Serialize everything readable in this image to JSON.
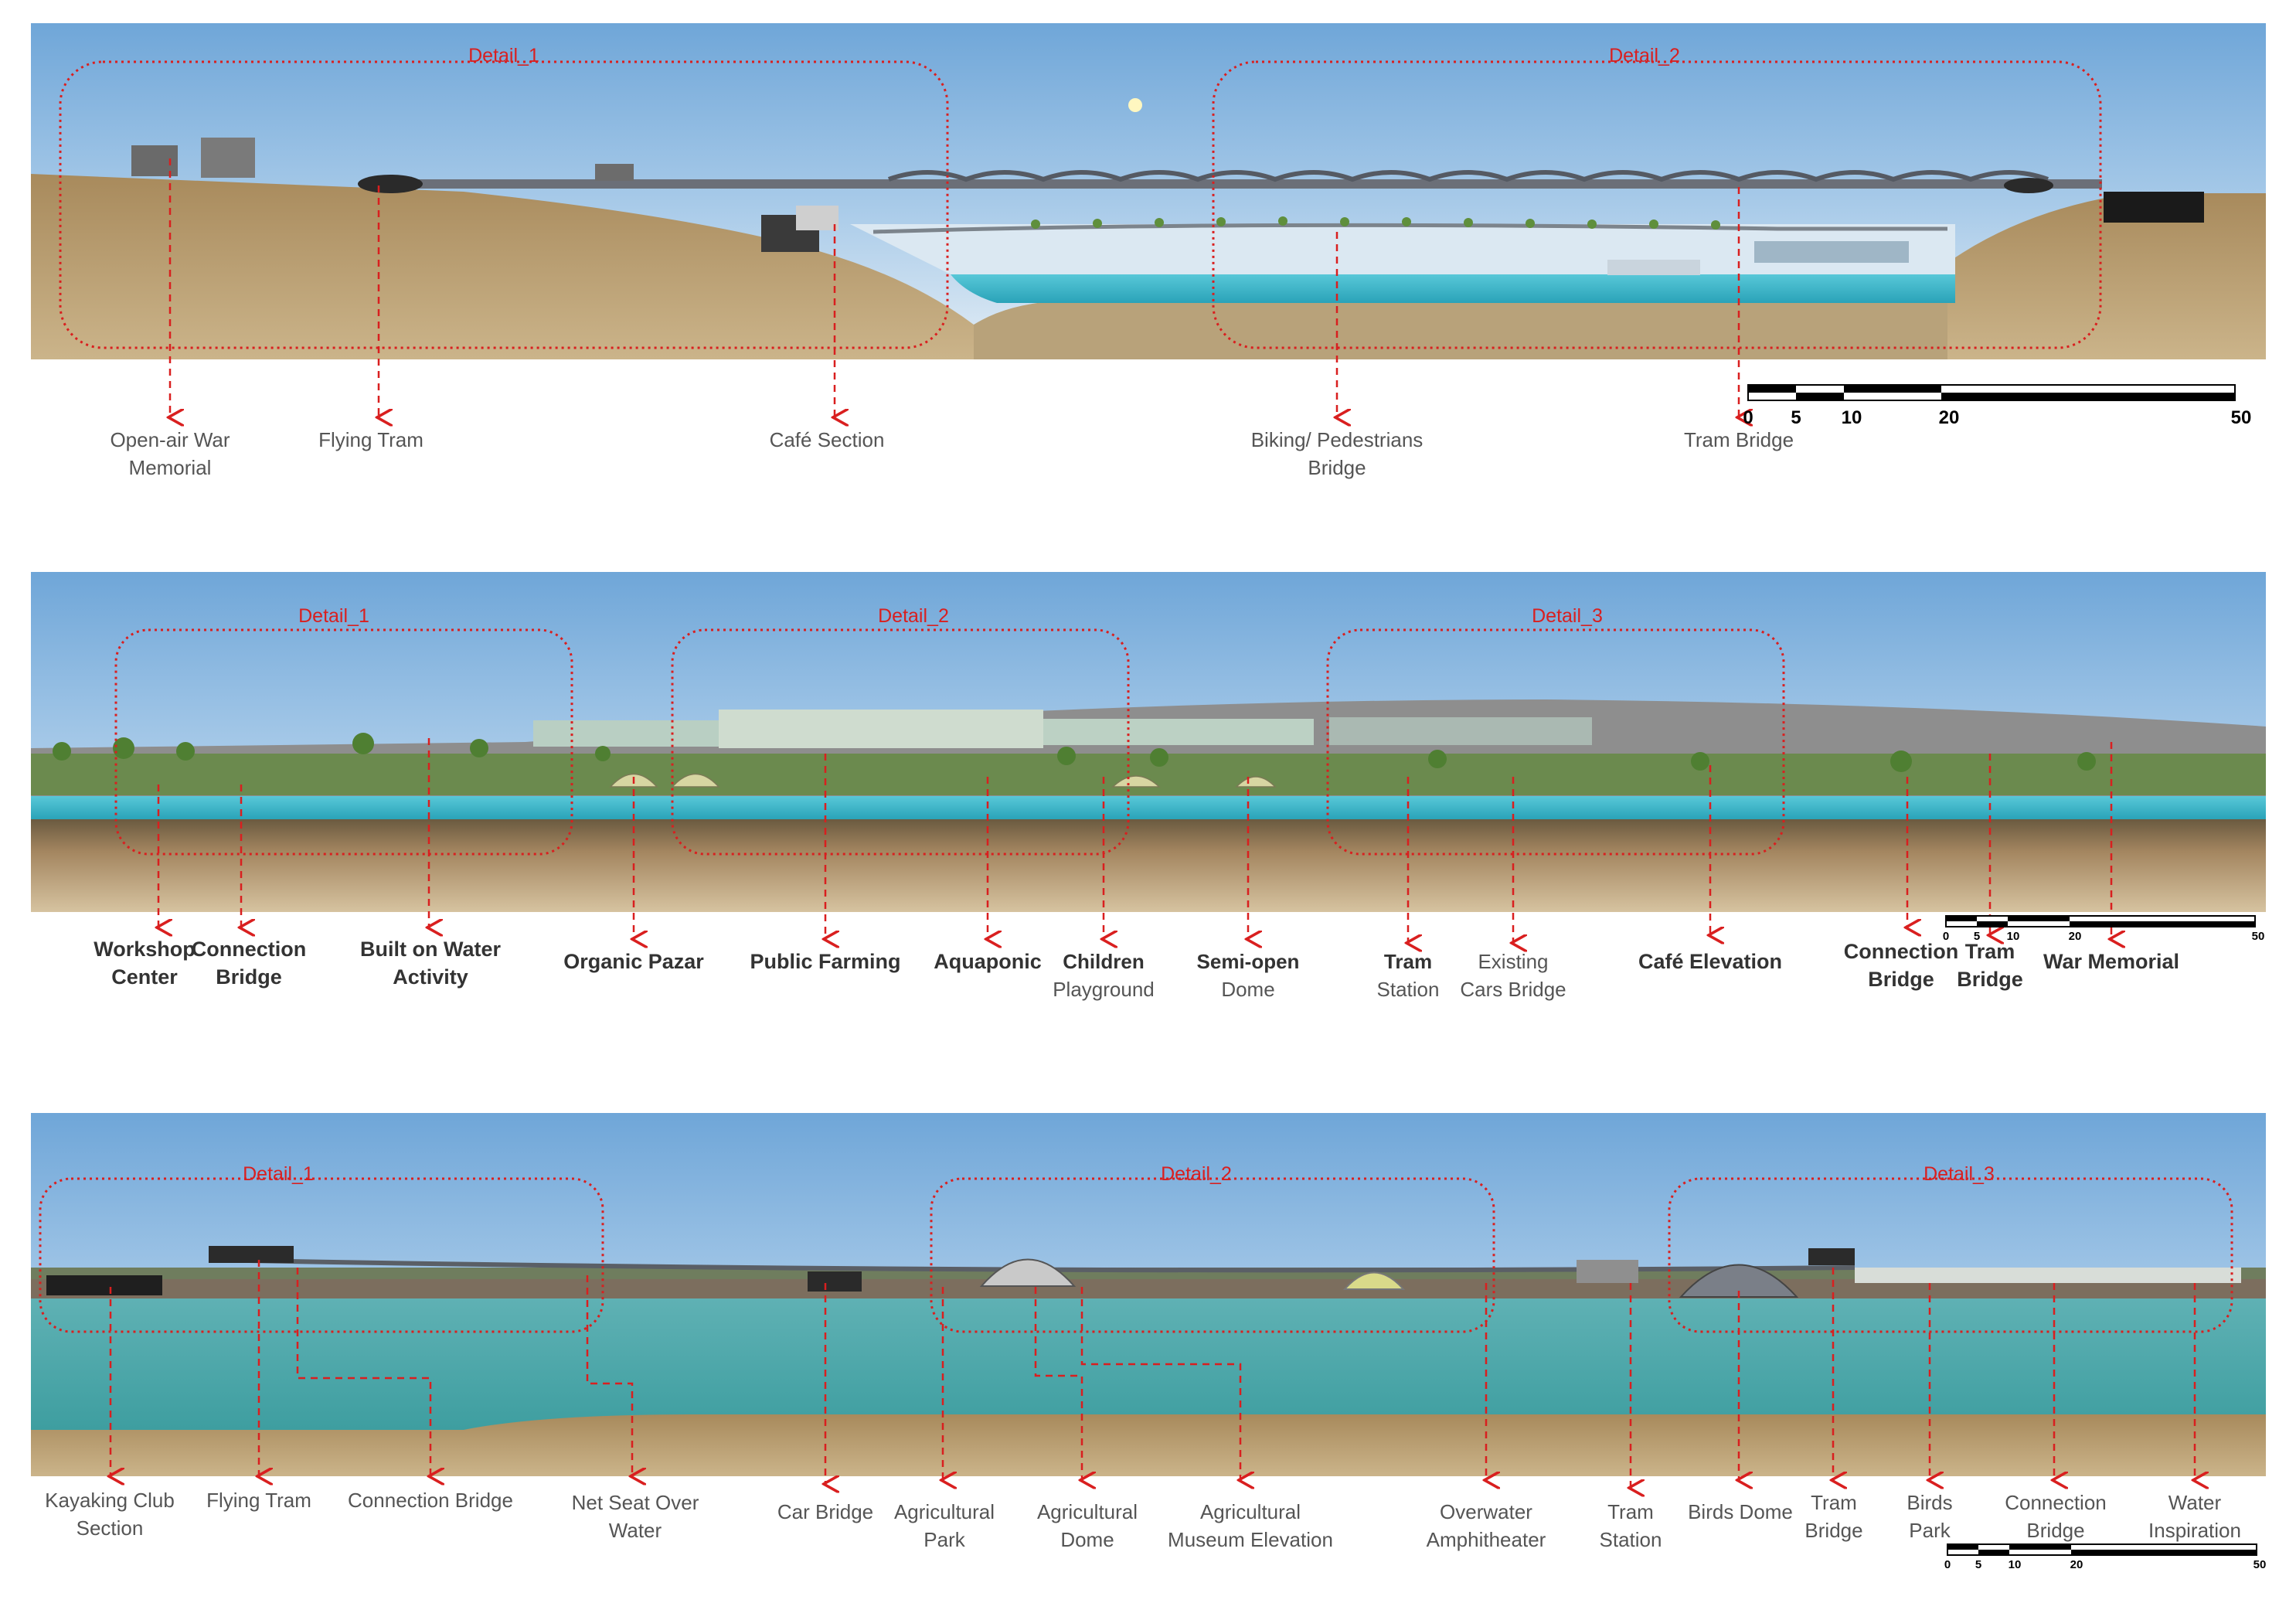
{
  "panels": [
    {
      "id": "section-1",
      "details": [
        "Detail_1",
        "Detail_2"
      ],
      "labels": [
        [
          "Open-air War",
          "Memorial"
        ],
        [
          "Flying Tram"
        ],
        [
          "Café Section"
        ],
        [
          "Biking/ Pedestrians",
          "Bridge"
        ],
        [
          "Tram Bridge"
        ]
      ],
      "scale": [
        "0",
        "5",
        "10",
        "20",
        "50"
      ]
    },
    {
      "id": "section-2",
      "details": [
        "Detail_1",
        "Detail_2",
        "Detail_3"
      ],
      "labels": [
        [
          "Workshop",
          "Center"
        ],
        [
          "Connection",
          "Bridge"
        ],
        [
          "Built on Water",
          "Activity"
        ],
        [
          "Organic Pazar"
        ],
        [
          "Public Farming"
        ],
        [
          "Aquaponic"
        ],
        [
          "Children",
          "Playground"
        ],
        [
          "Semi-open",
          "Dome"
        ],
        [
          "Tram",
          "Station"
        ],
        [
          "Existing",
          "Cars Bridge"
        ],
        [
          "Café Elevation"
        ],
        [
          "Connection",
          "Bridge"
        ],
        [
          "Tram",
          "Bridge"
        ],
        [
          "War Memorial"
        ]
      ],
      "scale": [
        "0",
        "5",
        "10",
        "20",
        "50"
      ]
    },
    {
      "id": "section-3",
      "details": [
        "Detail_1",
        "Detail_2",
        "Detail_3"
      ],
      "labels": [
        [
          "Kayaking Club",
          "Section"
        ],
        [
          "Flying Tram"
        ],
        [
          "Connection Bridge"
        ],
        [
          "Net Seat Over",
          "Water"
        ],
        [
          "Car Bridge"
        ],
        [
          "Agricultural",
          "Park"
        ],
        [
          "Agricultural",
          "Dome"
        ],
        [
          "Agricultural",
          "Museum Elevation"
        ],
        [
          "Overwater",
          "Amphitheater"
        ],
        [
          "Tram",
          "Station"
        ],
        [
          "Birds Dome"
        ],
        [
          "Tram",
          "Bridge"
        ],
        [
          "Birds",
          "Park"
        ],
        [
          "Connection",
          "Bridge"
        ],
        [
          "Water",
          "Inspiration"
        ]
      ],
      "scale": [
        "0",
        "5",
        "10",
        "20",
        "50"
      ]
    }
  ],
  "colors": {
    "annotation_red": "#d91f1f",
    "sky_top": "#7fb2de",
    "sky_bottom": "#d9e8f5",
    "soil": "#b59a6e",
    "water": "#3fb8c8",
    "river_deep": "#4ea8a8",
    "label_gray": "#555555"
  }
}
